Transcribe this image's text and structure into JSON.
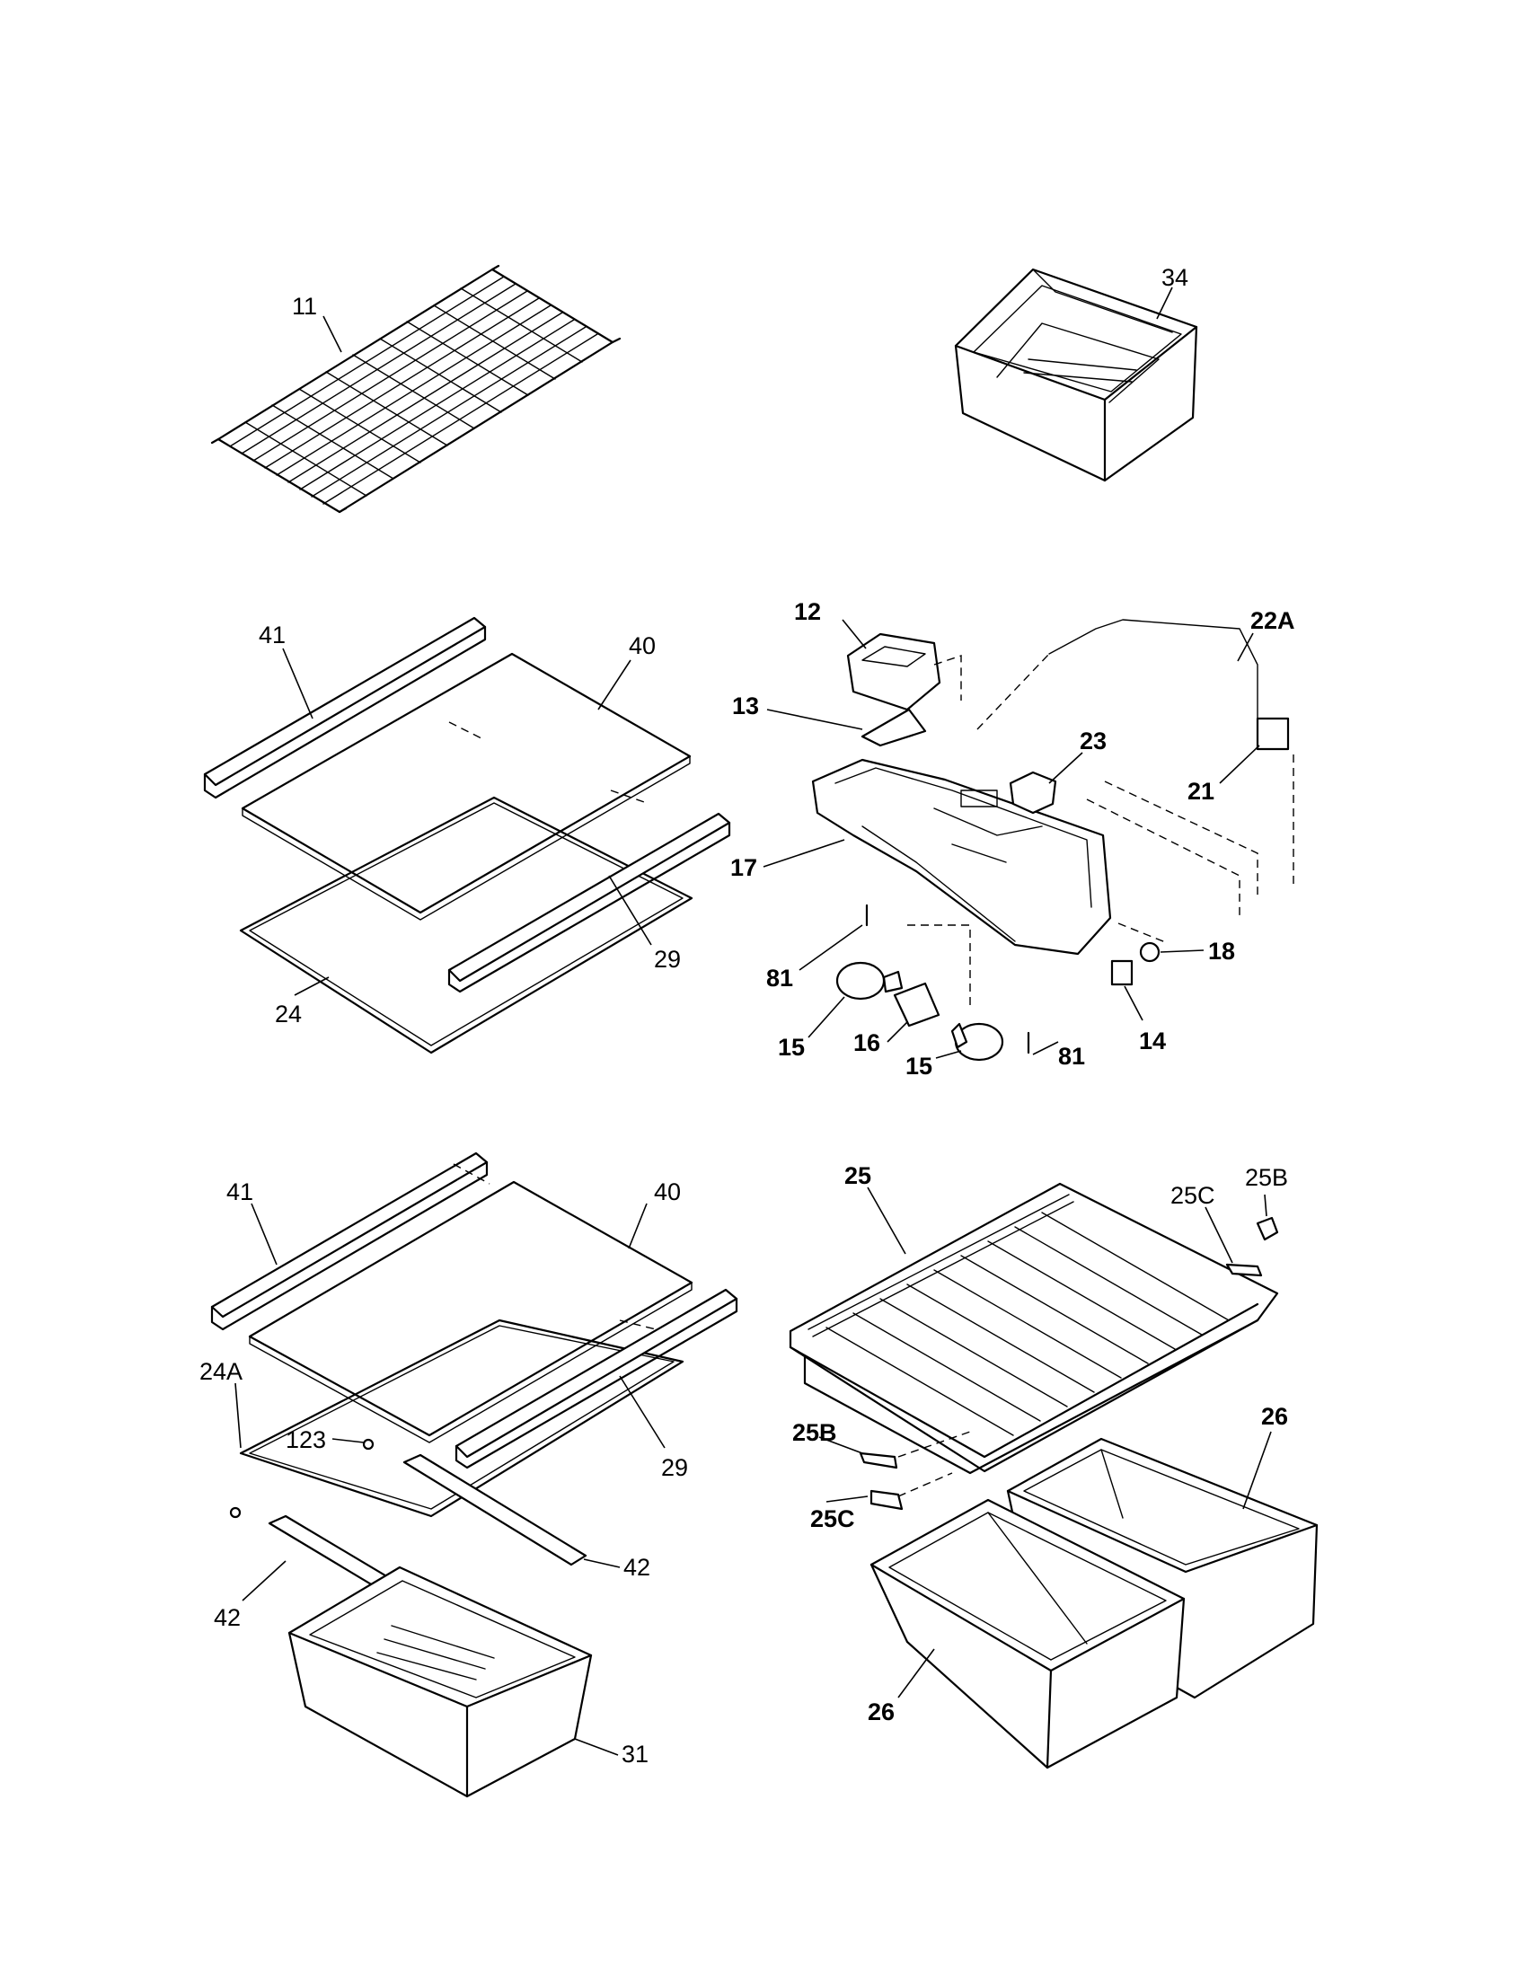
{
  "callouts": {
    "c11": "11",
    "c34": "34",
    "c41a": "41",
    "c40a": "40",
    "c29a": "29",
    "c24": "24",
    "c12": "12",
    "c22a": "22A",
    "c13": "13",
    "c23": "23",
    "c21": "21",
    "c17": "17",
    "c81a": "81",
    "c18": "18",
    "c15a": "15",
    "c16": "16",
    "c14": "14",
    "c81b": "81",
    "c15b": "15",
    "c41b": "41",
    "c40b": "40",
    "c25": "25",
    "c25c_top": "25C",
    "c25b_top": "25B",
    "c24a": "24A",
    "c123": "123",
    "c29b": "29",
    "c25b_bot": "25B",
    "c26_right": "26",
    "c25c_bot": "25C",
    "c42a": "42",
    "c42b": "42",
    "c26_left": "26",
    "c31": "31"
  }
}
